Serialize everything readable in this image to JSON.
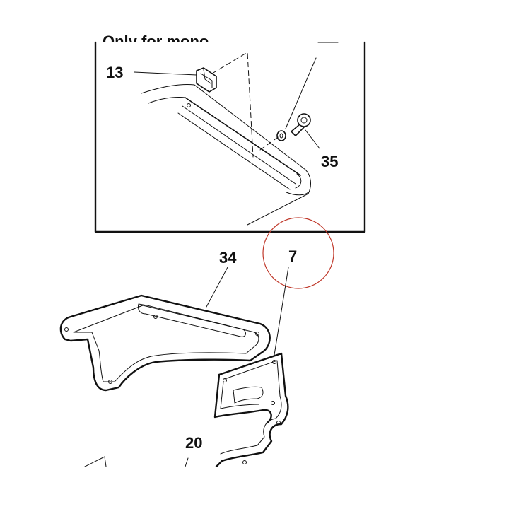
{
  "inset": {
    "caption": "Only for mono"
  },
  "callouts": {
    "c13": "13",
    "c35": "35",
    "c34": "34",
    "c7": "7",
    "c20": "20"
  },
  "highlight": {
    "target": "7",
    "color": "#c0392b"
  }
}
